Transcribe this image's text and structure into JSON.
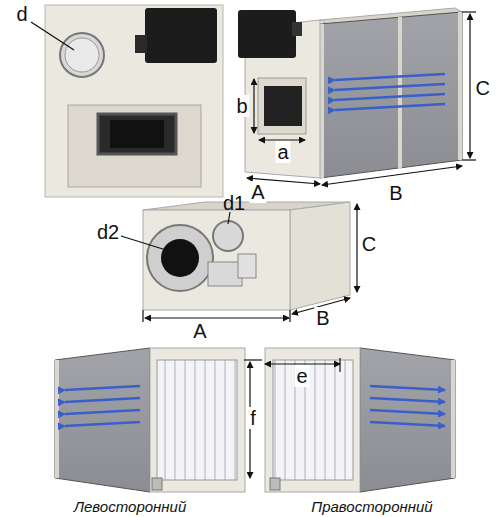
{
  "diagram": {
    "labels": [
      "d",
      "b",
      "a",
      "A",
      "B",
      "C",
      "d2",
      "d1",
      "C",
      "A",
      "B",
      "e",
      "f",
      "Левосторонний",
      "Правосторонний"
    ]
  }
}
